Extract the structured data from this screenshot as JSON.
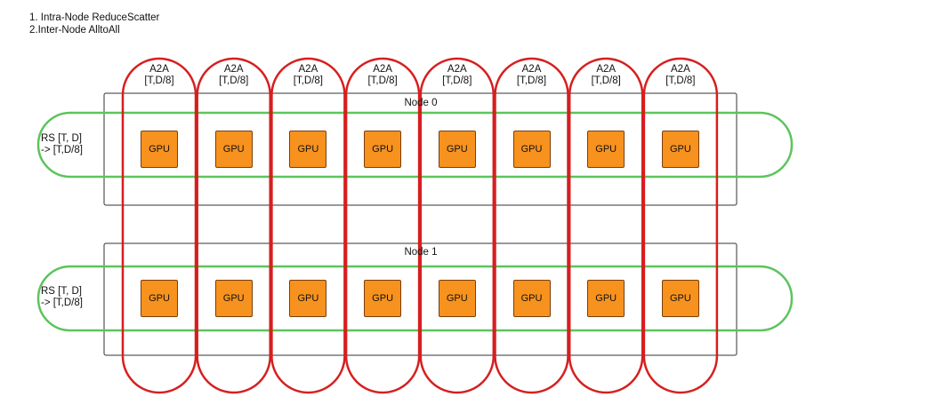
{
  "steps": [
    "1. Intra-Node ReduceScatter",
    "2.Inter-Node AlltoAll"
  ],
  "a2a": {
    "line1": "A2A",
    "line2": "[T,D/8]",
    "count": 8
  },
  "nodes": [
    {
      "title": "Node 0",
      "rs_line1": "RS [T, D]",
      "rs_line2": "-> [T,D/8]"
    },
    {
      "title": "Node 1",
      "rs_line1": "RS [T, D]",
      "rs_line2": "-> [T,D/8]"
    }
  ],
  "gpu_label": "GPU",
  "gpus_per_node": 8,
  "colors": {
    "a2a_outline": "#d61f1f",
    "rs_outline": "#5cc45c",
    "gpu_fill": "#f7921e",
    "node_border": "#333333"
  }
}
